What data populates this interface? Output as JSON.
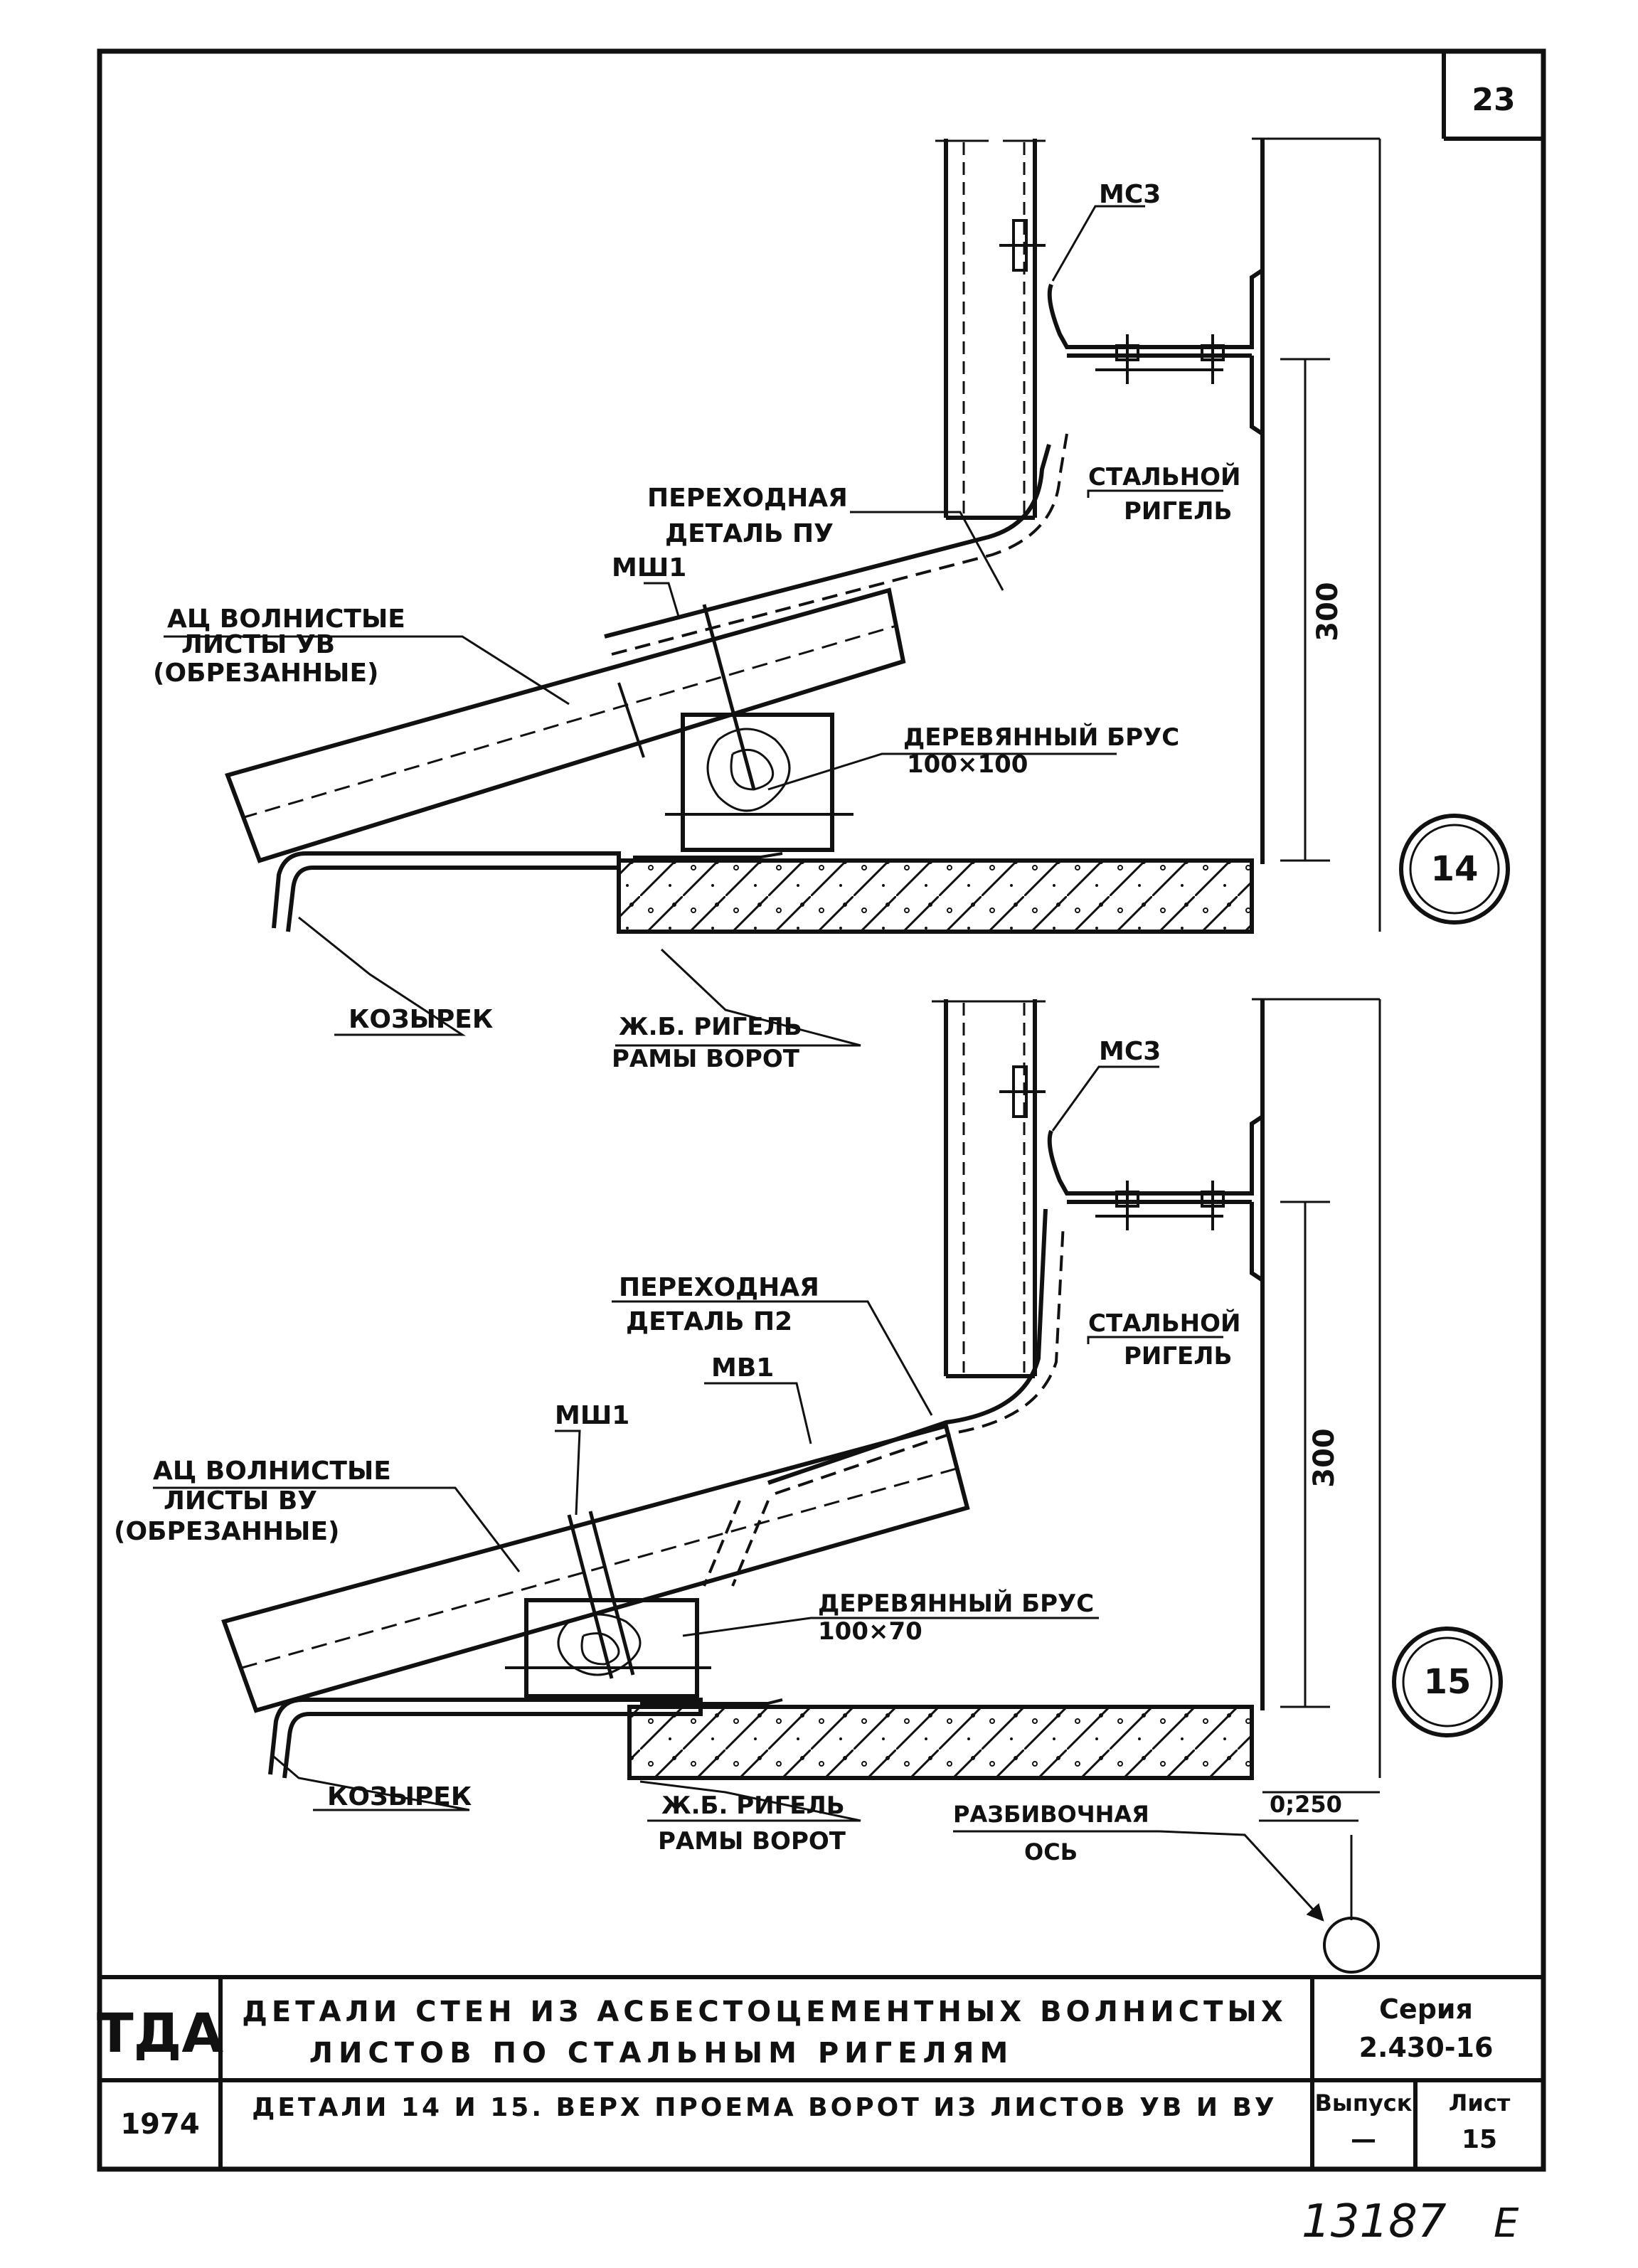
{
  "sheet_number": "23",
  "detail14": {
    "marker": "14",
    "labels": {
      "ms3": "МС3",
      "transition_1": "ПЕРЕХОДНАЯ",
      "transition_2": "ДЕТАЛЬ ПУ",
      "msh1": "МШ1",
      "sheets_1": "АЦ ВОЛНИСТЫЕ",
      "sheets_2": "ЛИСТЫ УВ",
      "sheets_3": "(ОБРЕЗАННЫЕ)",
      "steel_1": "СТАЛЬНОЙ",
      "steel_2": "РИГЕЛЬ",
      "timber_1": "ДЕРЕВЯННЫЙ БРУС",
      "timber_2": "100×100",
      "visor": "КОЗЫРЕК",
      "rc_1": "Ж.Б. РИГЕЛЬ",
      "rc_2": "РАМЫ ВОРОТ",
      "dim": "300"
    }
  },
  "detail15": {
    "marker": "15",
    "labels": {
      "ms3": "МС3",
      "transition_1": "ПЕРЕХОДНАЯ",
      "transition_2": "ДЕТАЛЬ П2",
      "mv1": "МВ1",
      "msh1": "МШ1",
      "sheets_1": "АЦ ВОЛНИСТЫЕ",
      "sheets_2": "ЛИСТЫ ВУ",
      "sheets_3": "(ОБРЕЗАННЫЕ)",
      "steel_1": "СТАЛЬНОЙ",
      "steel_2": "РИГЕЛЬ",
      "timber_1": "ДЕРЕВЯННЫЙ БРУС",
      "timber_2": "100×70",
      "visor": "КОЗЫРЕК",
      "rc_1": "Ж.Б. РИГЕЛЬ",
      "rc_2": "РАМЫ ВОРОТ",
      "axis_1": "РАЗБИВОЧНАЯ",
      "axis_2": "ОСЬ",
      "dim": "300",
      "level": "0;250"
    }
  },
  "title_block": {
    "logo": "ТДА",
    "title_1": "ДЕТАЛИ СТЕН ИЗ АСБЕСТОЦЕМЕНТНЫХ ВОЛНИСТЫХ",
    "title_2": "ЛИСТОВ ПО СТАЛЬНЫМ РИГЕЛЯМ",
    "series_label": "Серия",
    "series_value": "2.430-16",
    "year": "1974",
    "subtitle": "ДЕТАЛИ 14 И 15. ВЕРХ ПРОЕМА ВОРОТ ИЗ ЛИСТОВ УВ И ВУ",
    "issue_label": "Выпуск",
    "issue_value": "—",
    "sheet_label": "Лист",
    "sheet_value": "15"
  },
  "inventory_number": "13187",
  "inventory_suffix": "Е"
}
